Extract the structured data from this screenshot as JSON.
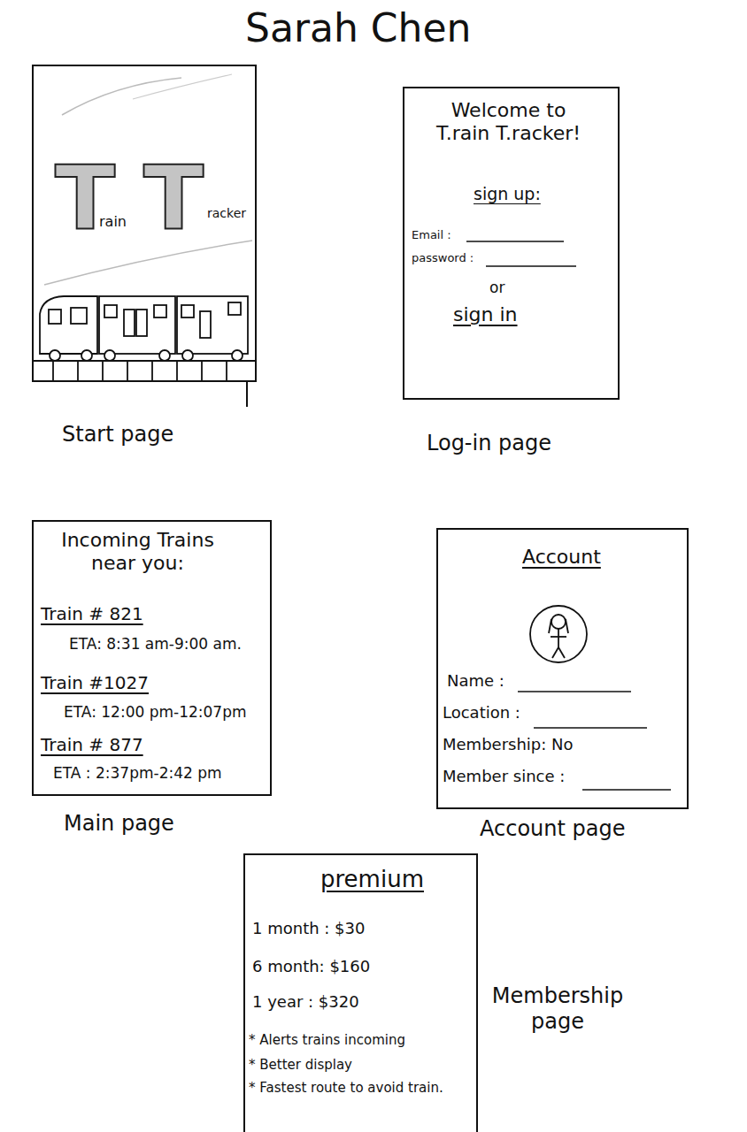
{
  "diagram": {
    "title": "Sarah Chen",
    "nodes": [
      {
        "text": [
          "T",
          "rain",
          "T",
          "racker",
          "Start page"
        ]
      },
      {
        "text": [
          "Welcome to T.rain T.racker!",
          "sign up:",
          "Email :",
          "password :",
          "or",
          "sign in",
          "Log-in page"
        ]
      },
      {
        "text": [
          "Incoming Trains near you:",
          "Train # 821",
          "ETA: 8:31 am-9:00 am.",
          "Train #1027",
          "ETA: 12:00 pm-12:07pm",
          "Train # 877",
          "ETA : 2:37pm-2:42 pm",
          "Main page"
        ]
      },
      {
        "text": [
          "Account",
          "Name :",
          "Location :",
          "Membership: No",
          "Member since :",
          "Account page"
        ]
      },
      {
        "text": [
          "premium",
          "1 month : $30",
          "6 month: $160",
          "1 year : $320",
          "* Alerts trains incoming",
          "* Better display",
          "* Fastest route to avoid train.",
          "Membership page"
        ]
      }
    ]
  }
}
